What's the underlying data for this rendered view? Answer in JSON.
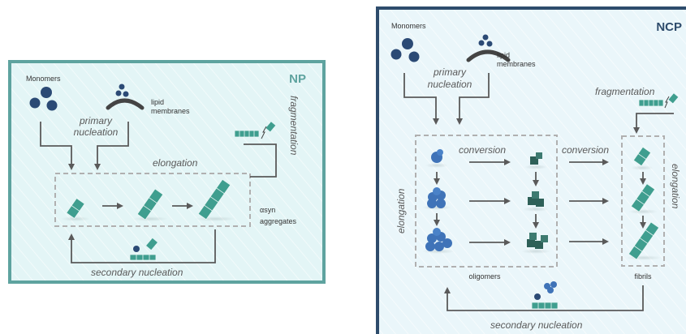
{
  "panels": {
    "np": {
      "title": "NP",
      "monomers": "Monomers",
      "lipid_line1": "lipid",
      "lipid_line2": "membranes",
      "primary_line1": "primary",
      "primary_line2": "nucleation",
      "elongation": "elongation",
      "fragmentation": "fragmentation",
      "aggregates_line1": "αsyn",
      "aggregates_line2": "aggregates",
      "secondary": "secondary nucleation"
    },
    "ncp": {
      "title": "NCP",
      "monomers": "Monomers",
      "lipid_line1": "lipid",
      "lipid_line2": "membranes",
      "primary_line1": "primary",
      "primary_line2": "nucleation",
      "fragmentation": "fragmentation",
      "conversion_inner": "conversion",
      "conversion_outer": "conversion",
      "elongation_left": "elongation",
      "elongation_right": "elongation",
      "oligomers": "oligomers",
      "fibrils": "fibrils",
      "secondary": "secondary nucleation"
    }
  },
  "colors": {
    "np_frame": "#5ea39f",
    "np_fill": "#e3f5f6",
    "ncp_frame": "#2e4c6c",
    "ncp_fill": "#eaf6fa",
    "monomer": "#2b4a75",
    "oligomer": "#3f73b8",
    "fibril": "#3f9e8f",
    "fibril_dark": "#2e6058",
    "arrow": "#5a5a5a",
    "dashed": "#b0b0b0"
  }
}
